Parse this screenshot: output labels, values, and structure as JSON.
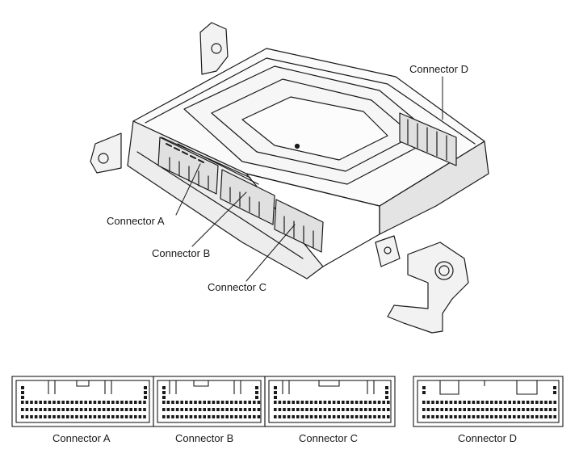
{
  "callouts": {
    "connector_a": "Connector A",
    "connector_b": "Connector B",
    "connector_c": "Connector C",
    "connector_d": "Connector D"
  },
  "pinouts": {
    "connector_a": "Connector A",
    "connector_b": "Connector B",
    "connector_c": "Connector C",
    "connector_d": "Connector D"
  },
  "colors": {
    "line": "#1a1a1a",
    "shade": "#d9d9d9",
    "background": "#ffffff"
  }
}
